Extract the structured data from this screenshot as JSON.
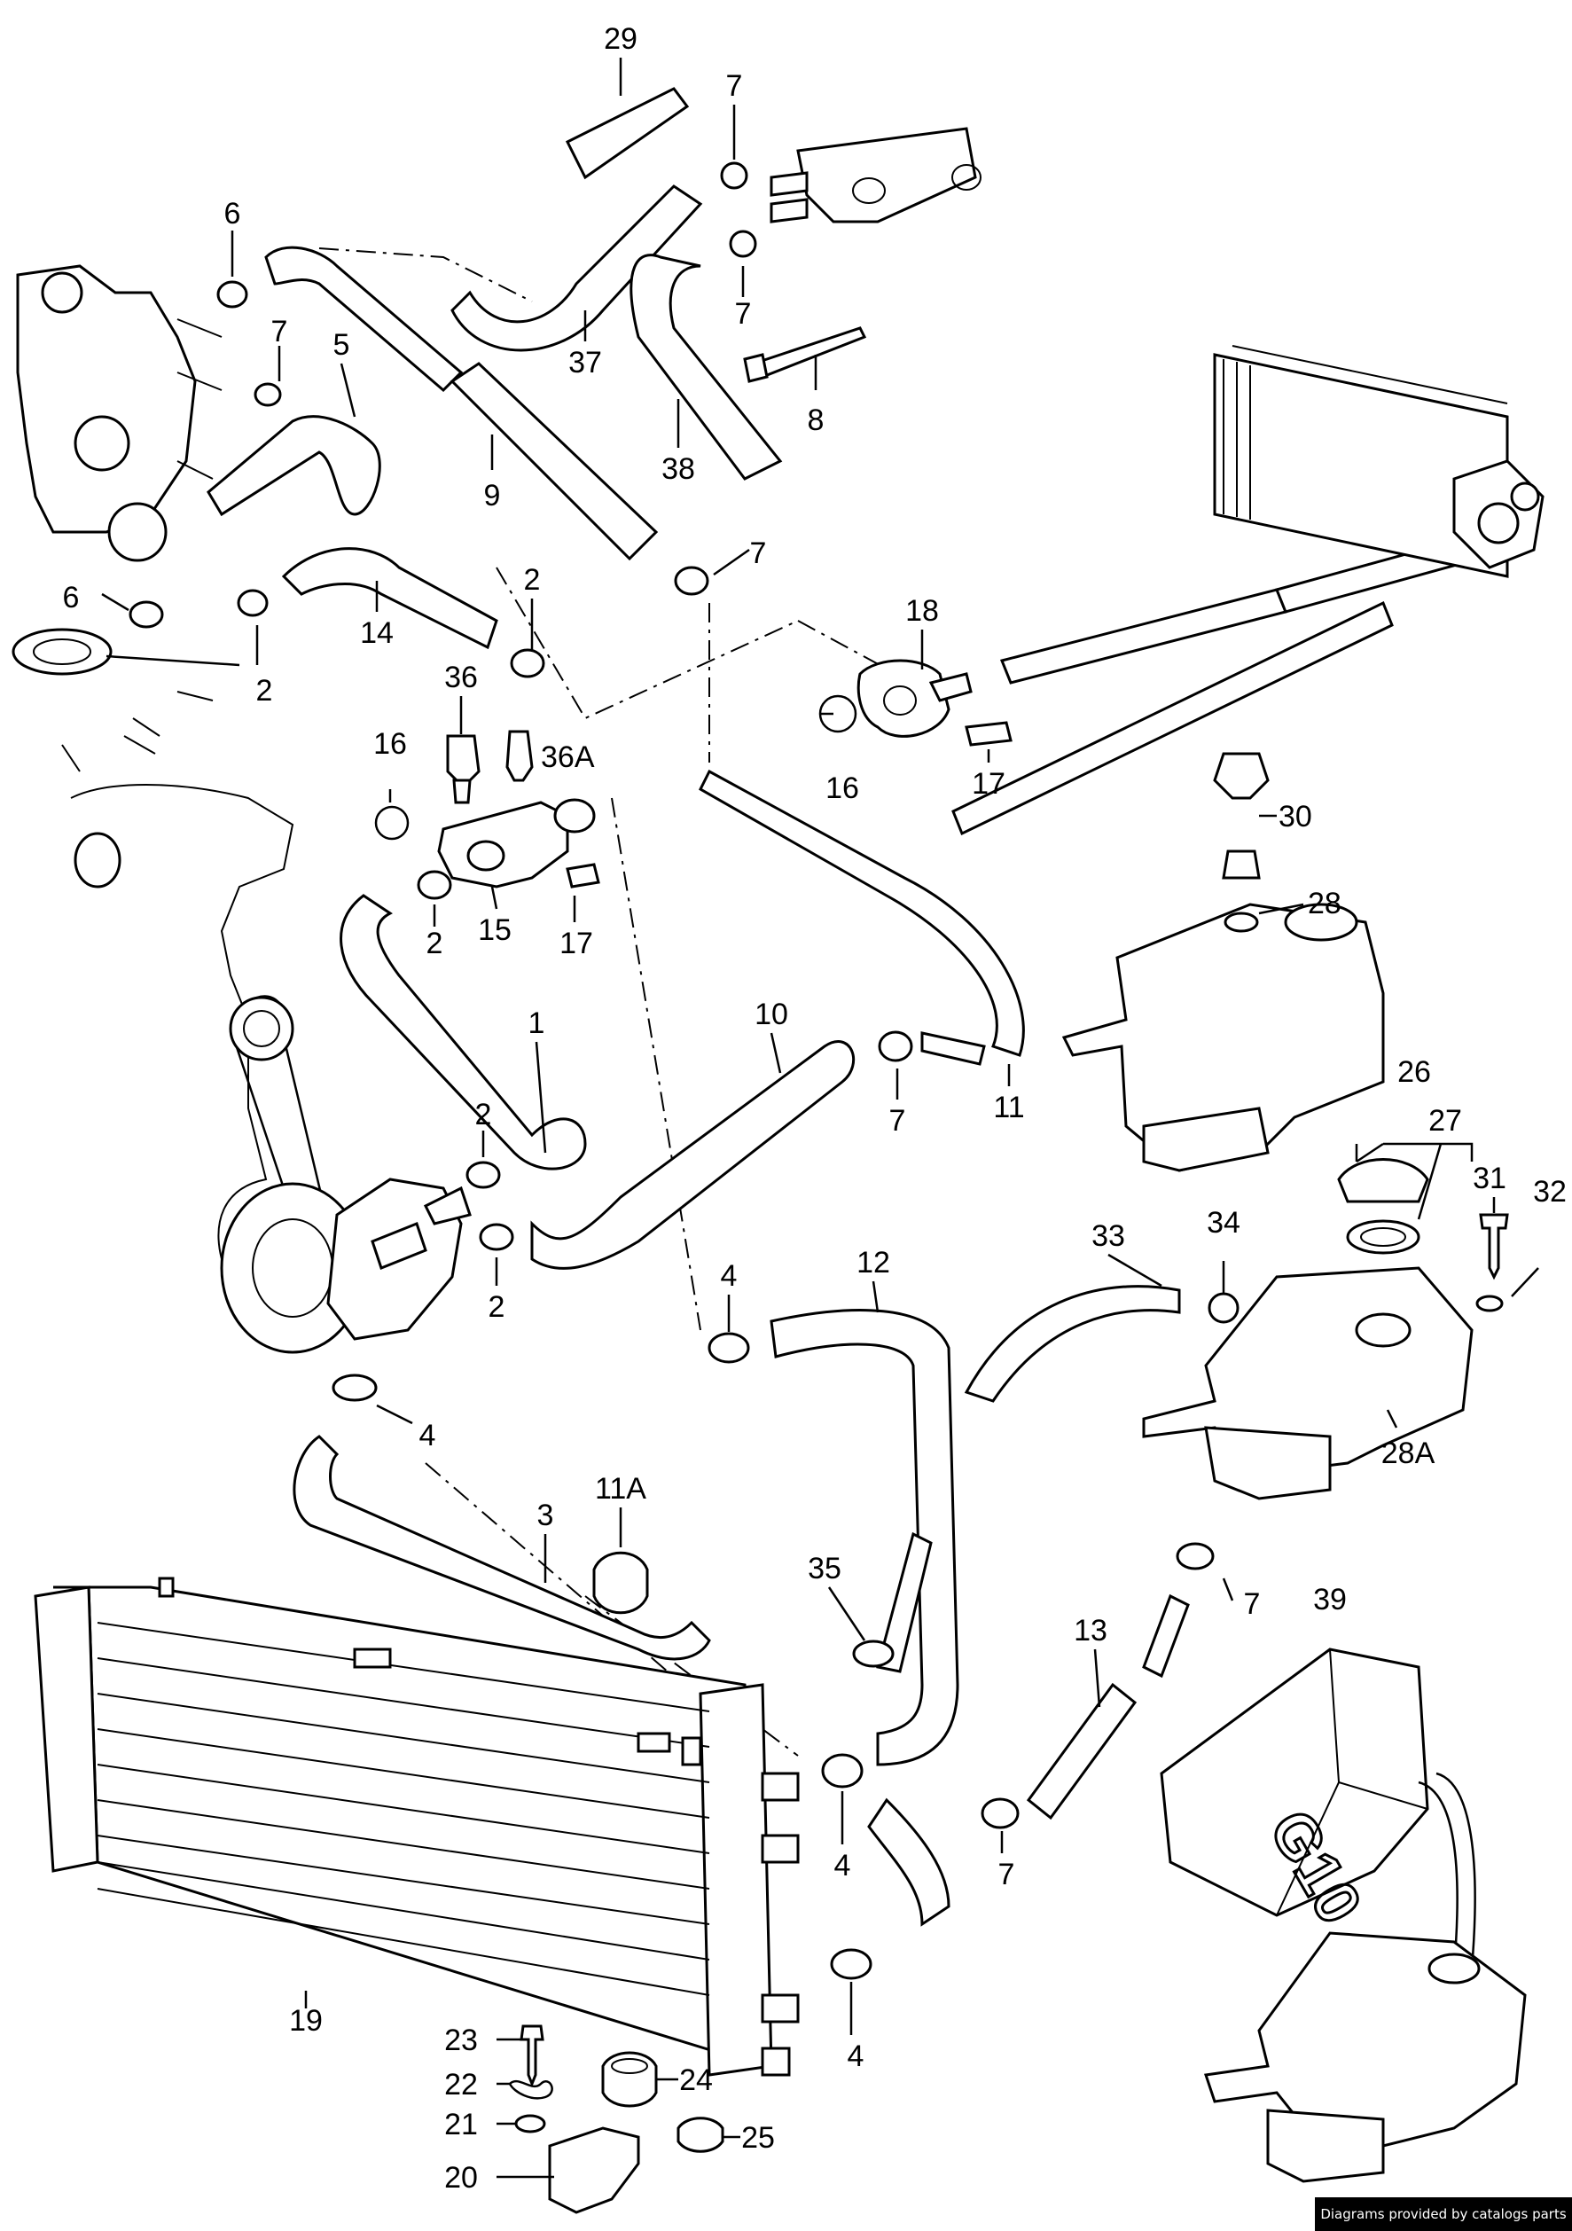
{
  "callouts": [
    "29",
    "7",
    "7",
    "8",
    "6",
    "37",
    "38",
    "7",
    "5",
    "9",
    "6",
    "7",
    "2",
    "14",
    "2",
    "18",
    "16",
    "17",
    "36",
    "36A",
    "16",
    "30",
    "15",
    "2",
    "17",
    "28",
    "1",
    "10",
    "11",
    "7",
    "2",
    "2",
    "26",
    "27",
    "31",
    "32",
    "33",
    "34",
    "4",
    "12",
    "28A",
    "4",
    "11A",
    "3",
    "7",
    "35",
    "39",
    "13",
    "4",
    "7",
    "19",
    "4",
    "23",
    "24",
    "22",
    "21",
    "25",
    "20"
  ],
  "credit": "Diagrams provided by catalogs parts",
  "colors": {
    "ink": "#000000",
    "paper": "#ffffff",
    "credit_bg": "#000000",
    "credit_text": "#ffffff"
  }
}
